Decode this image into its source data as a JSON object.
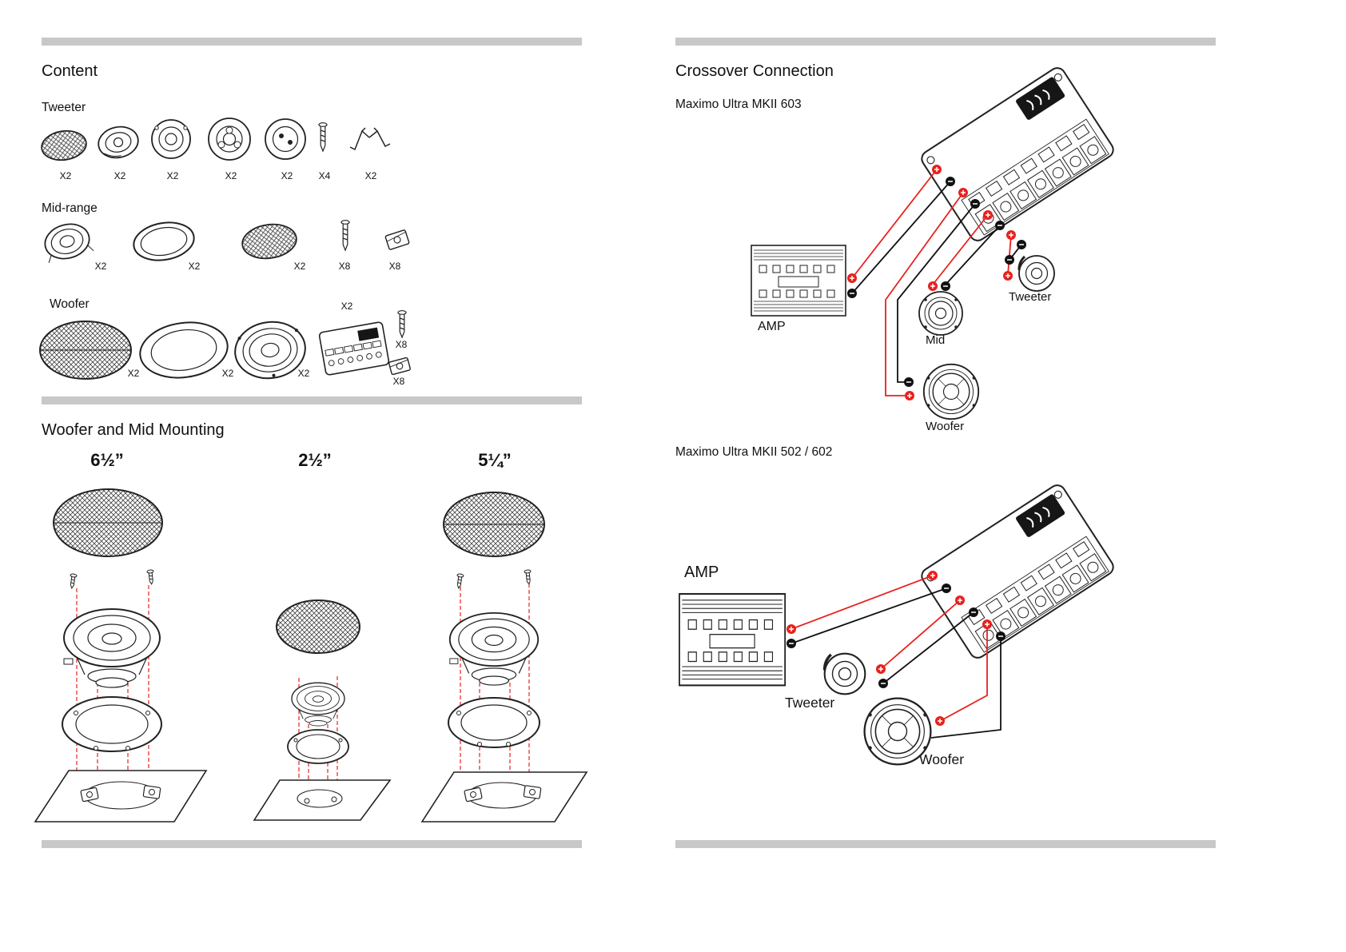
{
  "colors": {
    "accent_red": "#e8211d",
    "bar_gray": "#c8c8c8",
    "ink": "#111111"
  },
  "left_page": {
    "content": {
      "title": "Content",
      "groups": {
        "tweeter": {
          "label": "Tweeter",
          "qtys": [
            "X2",
            "X2",
            "X2",
            "X2",
            "X2",
            "X4",
            "X2"
          ]
        },
        "midrange": {
          "label": "Mid-range",
          "qtys": [
            "X2",
            "X2",
            "X2",
            "X8",
            "X8"
          ]
        },
        "woofer": {
          "label": "Woofer",
          "qtys": [
            "X2",
            "X2",
            "X2",
            "X2",
            "X8",
            "X8"
          ]
        }
      }
    },
    "mounting": {
      "title": "Woofer and Mid Mounting",
      "sizes": [
        "6½”",
        "2½”",
        "5¼”"
      ]
    }
  },
  "right_page": {
    "title": "Crossover Connection",
    "diagram_603": {
      "model": "Maximo Ultra MKII 603",
      "amp": "AMP",
      "tweeter": "Tweeter",
      "mid": "Mid",
      "woofer": "Woofer"
    },
    "diagram_502": {
      "model": "Maximo Ultra MKII 502 / 602",
      "amp": "AMP",
      "tweeter": "Tweeter",
      "woofer": "Woofer"
    }
  }
}
